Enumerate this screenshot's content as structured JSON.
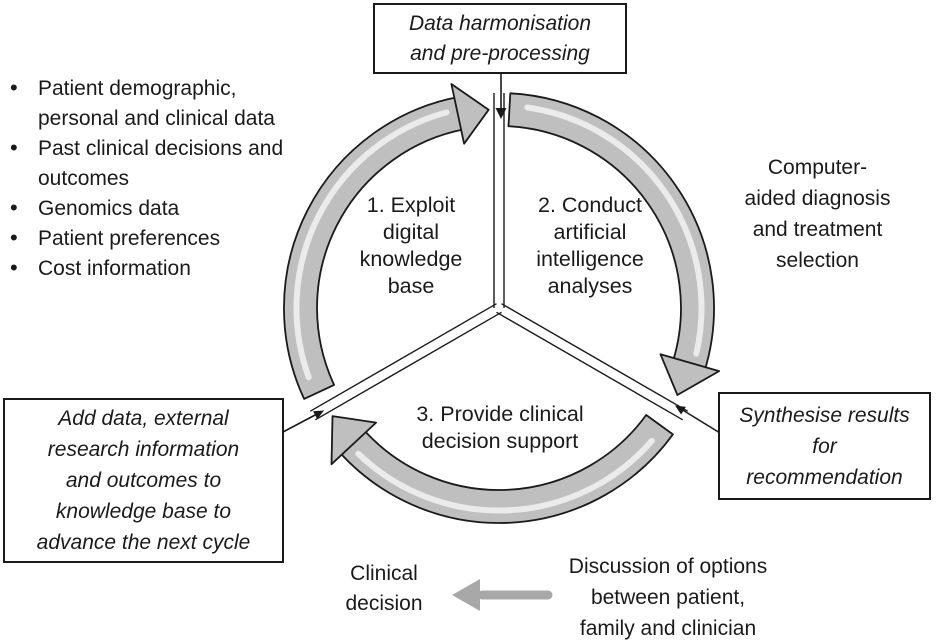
{
  "input_list": {
    "items": [
      {
        "lines": [
          "Patient demographic,",
          "personal and clinical data"
        ]
      },
      {
        "lines": [
          "Past clinical decisions and",
          "outcomes"
        ]
      },
      {
        "lines": [
          "Genomics data"
        ]
      },
      {
        "lines": [
          "Patient preferences"
        ]
      },
      {
        "lines": [
          "Cost information"
        ]
      }
    ]
  },
  "boxes": {
    "top": {
      "lines": [
        "Data harmonisation",
        "and pre-processing"
      ]
    },
    "right": {
      "lines": [
        "Synthesise results",
        "for",
        "recommendation"
      ]
    },
    "left": {
      "lines": [
        "Add data, external",
        "research information",
        "and outcomes to",
        "knowledge base to",
        "advance the next cycle"
      ]
    }
  },
  "cycle": {
    "sectors": [
      {
        "lines": [
          "1. Exploit",
          "digital",
          "knowledge",
          "base"
        ]
      },
      {
        "lines": [
          "2. Conduct",
          "artificial",
          "intelligence",
          "analyses"
        ]
      },
      {
        "lines": [
          "3. Provide clinical",
          "decision support"
        ]
      }
    ]
  },
  "annotations": {
    "computer_aided": {
      "lines": [
        "Computer-",
        "aided diagnosis",
        "and treatment",
        "selection"
      ]
    },
    "clinical_decision": {
      "lines": [
        "Clinical",
        "decision"
      ]
    },
    "discussion": {
      "lines": [
        "Discussion of options",
        "between patient,",
        "family and clinician"
      ]
    }
  },
  "colors": {
    "outline": "#1a1a1a",
    "text": "#1a1a1a",
    "arc_fill": "#bfbfbf",
    "arc_gloss": "#f2f2f2",
    "gray_arrow": "#a8a8a8",
    "background": "#ffffff"
  }
}
